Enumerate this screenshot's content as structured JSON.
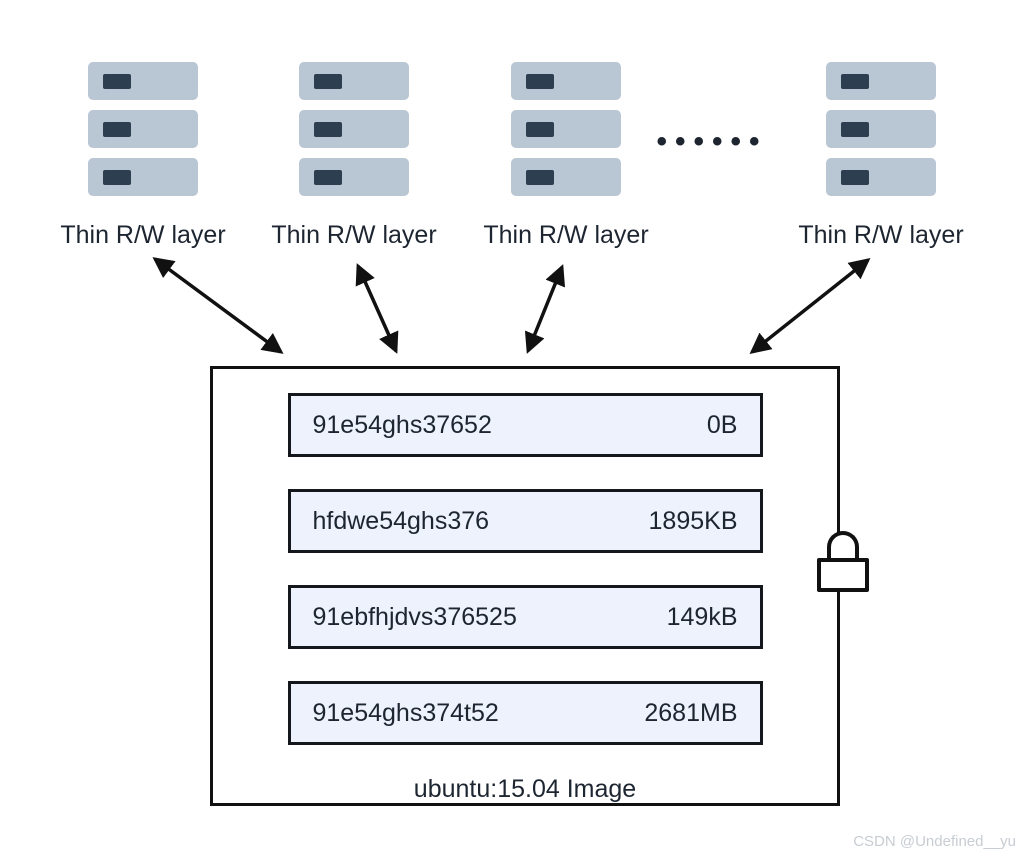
{
  "diagram": {
    "stacks": [
      {
        "label": "Thin R/W layer"
      },
      {
        "label": "Thin R/W layer"
      },
      {
        "label": "Thin R/W layer"
      },
      {
        "label": "Thin R/W layer"
      }
    ],
    "ellipsis": "••••••",
    "image_box": {
      "caption": "ubuntu:15.04 Image",
      "layers": [
        {
          "id": "91e54ghs37652",
          "size": "0B"
        },
        {
          "id": "hfdwe54ghs376",
          "size": "1895KB"
        },
        {
          "id": "91ebfhjdvs376525",
          "size": "149kB"
        },
        {
          "id": "91e54ghs374t52",
          "size": "2681MB"
        }
      ]
    },
    "icons": {
      "lock": "padlock-icon",
      "server": "server-stack-icon"
    },
    "watermark": "CSDN @Undefined__yu",
    "colors": {
      "server_body": "#b9c6d3",
      "server_slot": "#2d3e50",
      "layer_fill": "#edf2fc",
      "outline": "#111111",
      "text": "#1d2531",
      "watermark": "#c8cdd3"
    }
  }
}
